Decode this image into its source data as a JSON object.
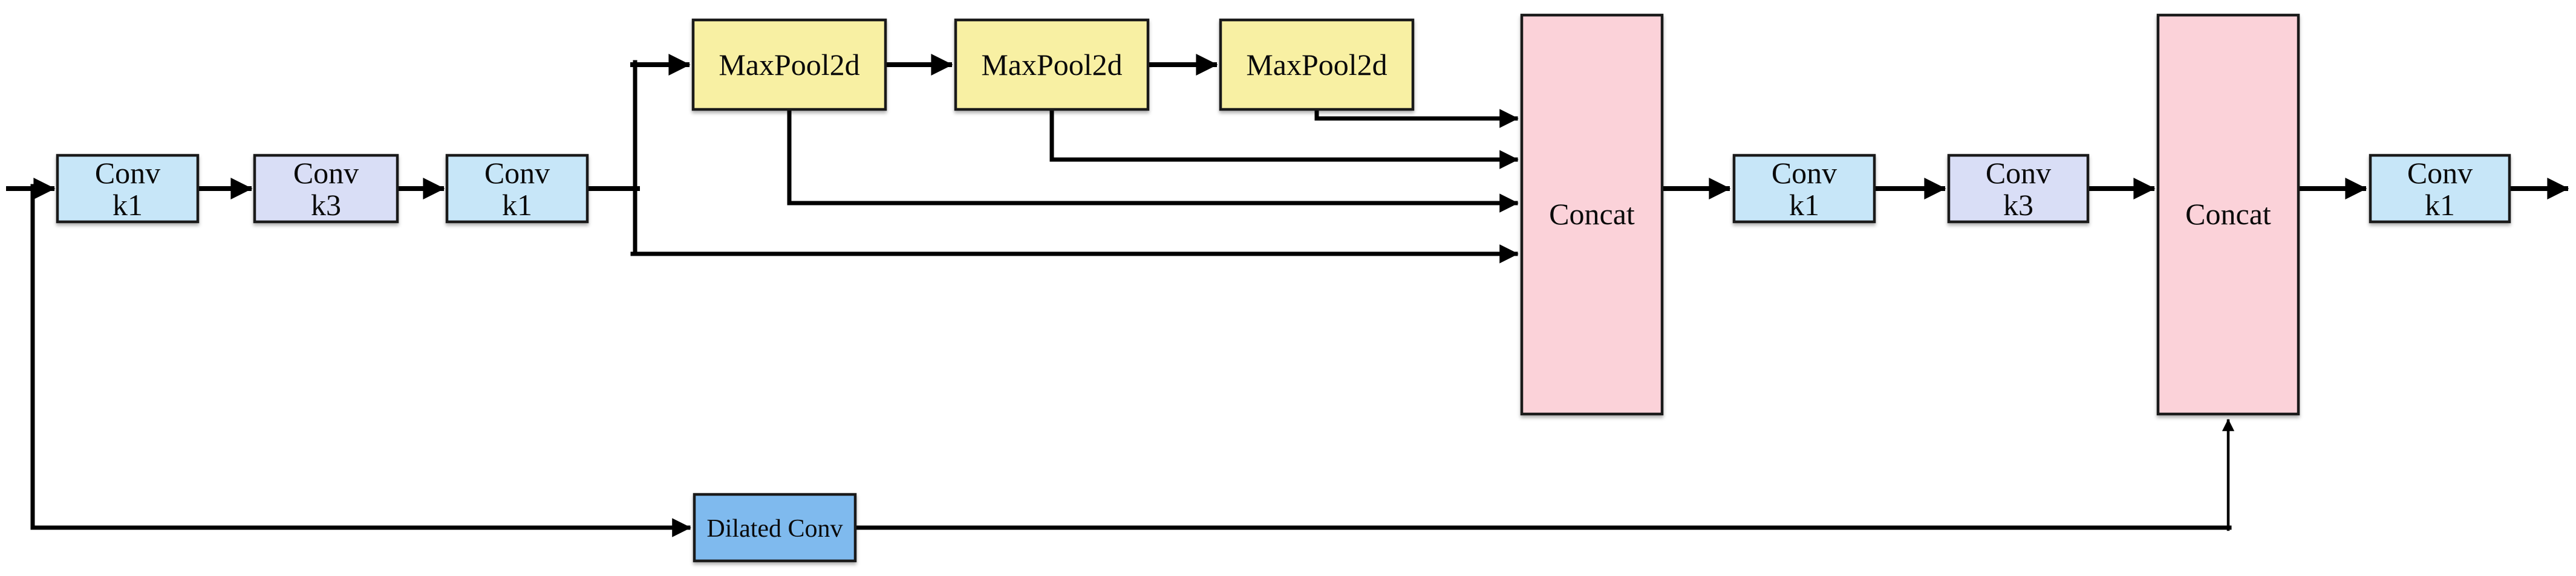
{
  "diagram": {
    "type": "neural-network-block-diagram",
    "colors": {
      "background": "#ffffff",
      "conv_k1_fill": "#c7e6f8",
      "conv_k3_fill": "#d9def6",
      "maxpool_fill": "#f8f0a3",
      "concat_fill": "#fbd2d9",
      "dilated_fill": "#7fbaee",
      "box_border": "#1a1a1a",
      "arrow": "#000000"
    },
    "nodes": {
      "conv_k1_a": {
        "line1": "Conv",
        "line2": "k1",
        "type": "conv"
      },
      "conv_k3_a": {
        "line1": "Conv",
        "line2": "k3",
        "type": "conv"
      },
      "conv_k1_b": {
        "line1": "Conv",
        "line2": "k1",
        "type": "conv"
      },
      "maxpool_1": {
        "label": "MaxPool2d",
        "type": "maxpool"
      },
      "maxpool_2": {
        "label": "MaxPool2d",
        "type": "maxpool"
      },
      "maxpool_3": {
        "label": "MaxPool2d",
        "type": "maxpool"
      },
      "concat_1": {
        "label": "Concat",
        "type": "concat"
      },
      "conv_k1_c": {
        "line1": "Conv",
        "line2": "k1",
        "type": "conv"
      },
      "conv_k3_b": {
        "line1": "Conv",
        "line2": "k3",
        "type": "conv"
      },
      "concat_2": {
        "label": "Concat",
        "type": "concat"
      },
      "conv_k1_d": {
        "line1": "Conv",
        "line2": "k1",
        "type": "conv"
      },
      "dilated_conv": {
        "label": "Dilated Conv",
        "type": "dilated-conv"
      }
    },
    "edges": [
      {
        "from": "input",
        "to": "conv_k1_a"
      },
      {
        "from": "conv_k1_a",
        "to": "conv_k3_a"
      },
      {
        "from": "conv_k3_a",
        "to": "conv_k1_b"
      },
      {
        "from": "conv_k1_b",
        "to": "maxpool_1"
      },
      {
        "from": "conv_k1_b",
        "to": "concat_1"
      },
      {
        "from": "maxpool_1",
        "to": "maxpool_2"
      },
      {
        "from": "maxpool_2",
        "to": "maxpool_3"
      },
      {
        "from": "maxpool_1",
        "to": "concat_1"
      },
      {
        "from": "maxpool_2",
        "to": "concat_1"
      },
      {
        "from": "maxpool_3",
        "to": "concat_1"
      },
      {
        "from": "concat_1",
        "to": "conv_k1_c"
      },
      {
        "from": "conv_k1_c",
        "to": "conv_k3_b"
      },
      {
        "from": "conv_k3_b",
        "to": "concat_2"
      },
      {
        "from": "concat_2",
        "to": "conv_k1_d"
      },
      {
        "from": "conv_k1_d",
        "to": "output"
      },
      {
        "from": "input",
        "to": "dilated_conv"
      },
      {
        "from": "dilated_conv",
        "to": "concat_2"
      }
    ]
  }
}
